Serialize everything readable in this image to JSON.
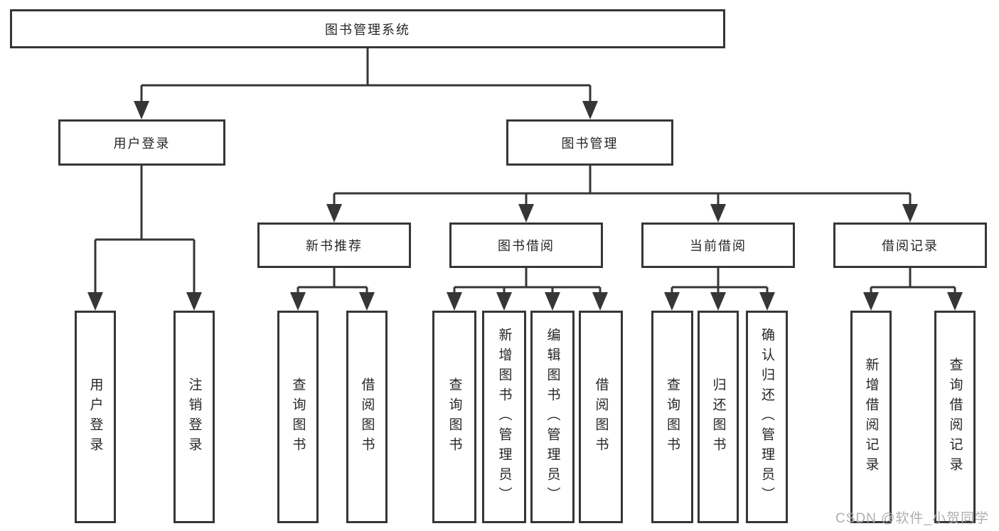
{
  "diagram": {
    "root": {
      "label": "图书管理系统"
    },
    "branches": [
      {
        "label": "用户登录",
        "children": [
          "用户登录",
          "注销登录"
        ]
      },
      {
        "label": "图书管理"
      }
    ],
    "modules": [
      {
        "label": "新书推荐",
        "children": [
          "查询图书",
          "借阅图书"
        ]
      },
      {
        "label": "图书借阅",
        "children": [
          "查询图书",
          "新增图书（管理员）",
          "编辑图书（管理员）",
          "借阅图书"
        ]
      },
      {
        "label": "当前借阅",
        "children": [
          "查询图书",
          "归还图书",
          "确认归还（管理员）"
        ]
      },
      {
        "label": "借阅记录",
        "children": [
          "新增借阅记录",
          "查询借阅记录"
        ]
      }
    ],
    "watermark": "CSDN @软件_小贺同学"
  },
  "colors": {
    "line": "#363636",
    "box_border": "#363636",
    "box_fill": "#ffffff",
    "text": "#262626",
    "watermark": "#aeaeae"
  }
}
